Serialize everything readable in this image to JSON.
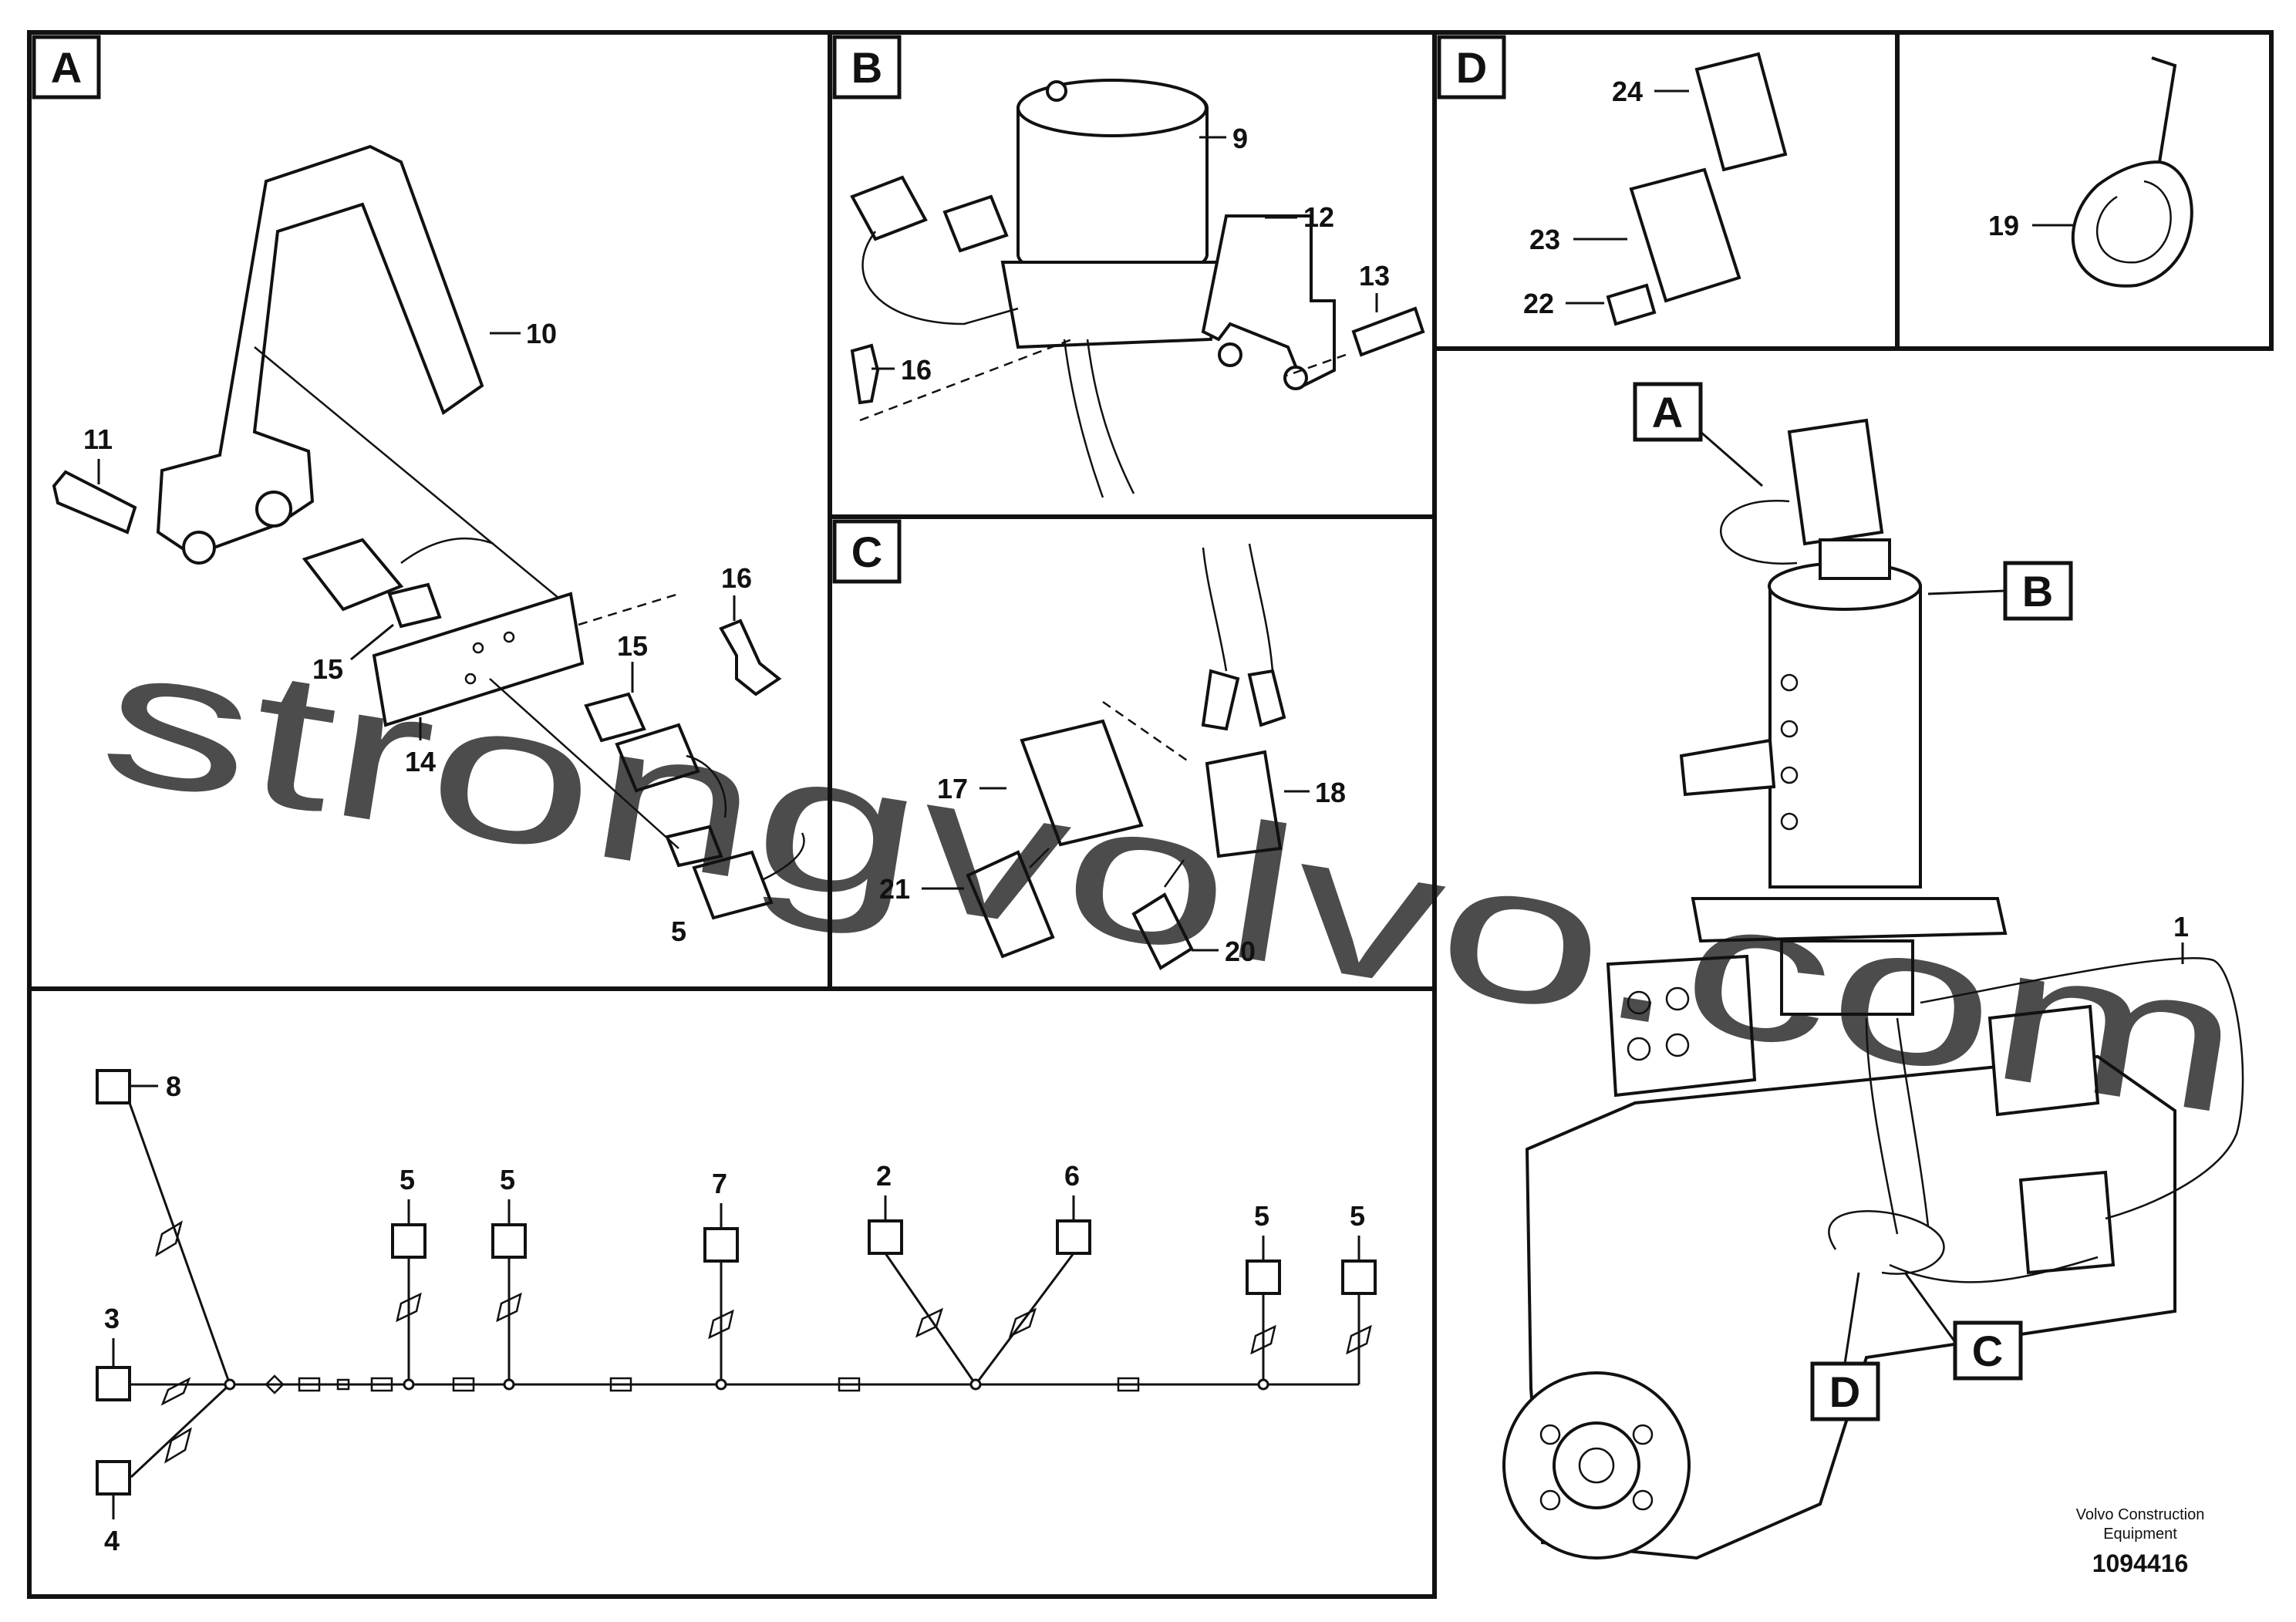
{
  "panels": {
    "A": "A",
    "B": "B",
    "C": "C",
    "D": "D"
  },
  "callouts": {
    "c1": "1",
    "c2": "2",
    "c3": "3",
    "c4": "4",
    "c5": "5",
    "c6": "6",
    "c7": "7",
    "c8": "8",
    "c9": "9",
    "c10": "10",
    "c11": "11",
    "c12": "12",
    "c13": "13",
    "c14": "14",
    "c15": "15",
    "c16": "16",
    "c17": "17",
    "c18": "18",
    "c19": "19",
    "c20": "20",
    "c21": "21",
    "c22": "22",
    "c23": "23",
    "c24": "24"
  },
  "watermark": "strongvolvo.com",
  "footer": {
    "brand_line1": "Volvo Construction",
    "brand_line2": "Equipment",
    "drawing_number": "1094416"
  }
}
